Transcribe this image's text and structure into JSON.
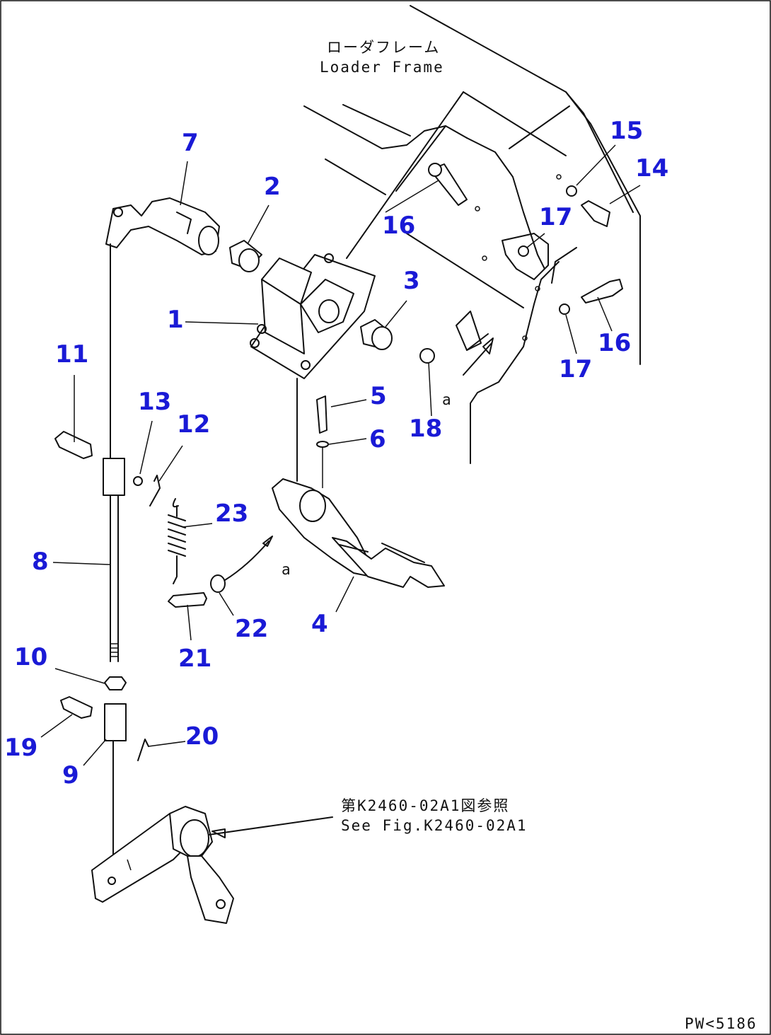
{
  "frame_label_jp": "ローダフレーム",
  "frame_label_en": "Loader Frame",
  "see_fig_jp": "第K2460-02A1図参照",
  "see_fig_en": "See Fig.K2460-02A1",
  "drawing_code": "PW<5186",
  "callouts": [
    {
      "id": "c1",
      "text": "1"
    },
    {
      "id": "c2",
      "text": "2"
    },
    {
      "id": "c3",
      "text": "3"
    },
    {
      "id": "c4",
      "text": "4"
    },
    {
      "id": "c5",
      "text": "5"
    },
    {
      "id": "c6",
      "text": "6"
    },
    {
      "id": "c7",
      "text": "7"
    },
    {
      "id": "c8",
      "text": "8"
    },
    {
      "id": "c9",
      "text": "9"
    },
    {
      "id": "c10",
      "text": "10"
    },
    {
      "id": "c11",
      "text": "11"
    },
    {
      "id": "c12",
      "text": "12"
    },
    {
      "id": "c13",
      "text": "13"
    },
    {
      "id": "c14",
      "text": "14"
    },
    {
      "id": "c15",
      "text": "15"
    },
    {
      "id": "c16a",
      "text": "16"
    },
    {
      "id": "c16b",
      "text": "16"
    },
    {
      "id": "c17a",
      "text": "17"
    },
    {
      "id": "c17b",
      "text": "17"
    },
    {
      "id": "c18",
      "text": "18"
    },
    {
      "id": "c19",
      "text": "19"
    },
    {
      "id": "c20",
      "text": "20"
    },
    {
      "id": "c21",
      "text": "21"
    },
    {
      "id": "c22",
      "text": "22"
    },
    {
      "id": "c23",
      "text": "23"
    }
  ],
  "ref_marks": [
    {
      "id": "a1",
      "text": "a"
    },
    {
      "id": "a2",
      "text": "a"
    }
  ]
}
